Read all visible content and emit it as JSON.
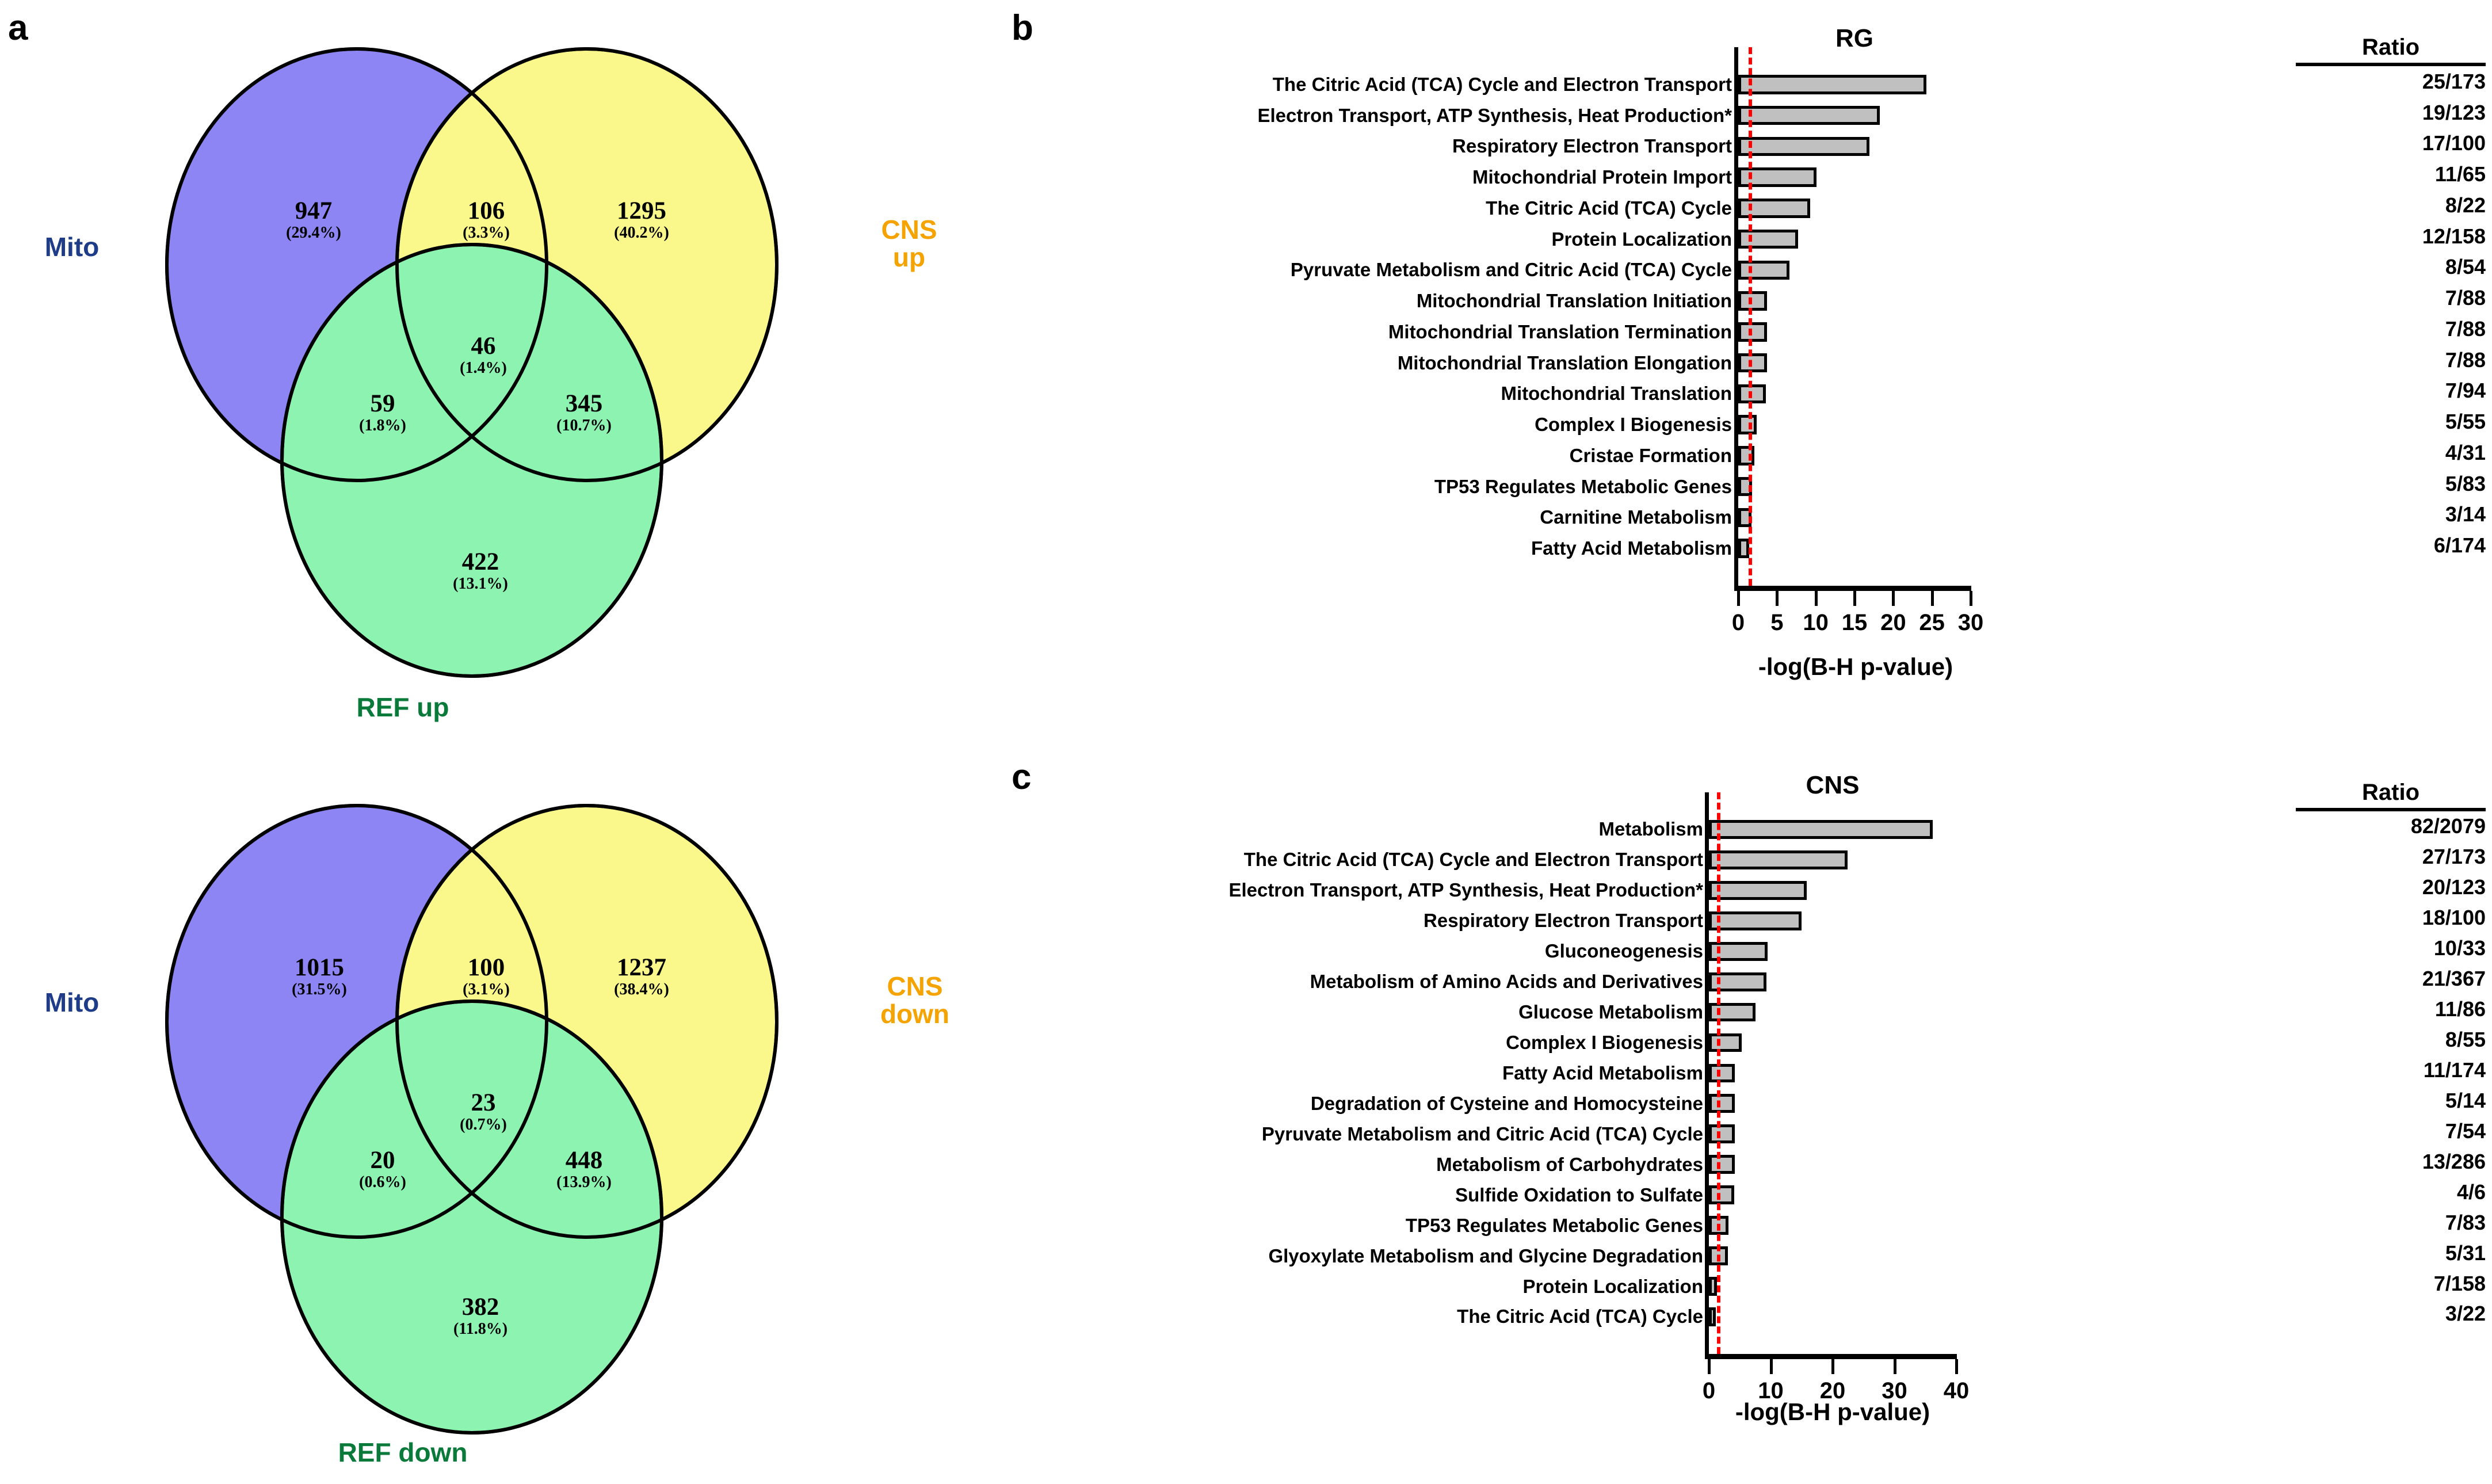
{
  "panels": {
    "a": "a",
    "b": "b",
    "c": "c"
  },
  "venn_up": {
    "labels": {
      "left": "Mito",
      "right": "CNS\nup",
      "bottom": "REF up"
    },
    "right_line1": "CNS",
    "right_line2": "up",
    "cells": [
      {
        "name": "mito-only",
        "count": "947",
        "percent": "(29.4%)"
      },
      {
        "name": "mito-cns",
        "count": "106",
        "percent": "(3.3%)"
      },
      {
        "name": "cns-only",
        "count": "1295",
        "percent": "(40.2%)"
      },
      {
        "name": "triple",
        "count": "46",
        "percent": "(1.4%)"
      },
      {
        "name": "mito-ref",
        "count": "59",
        "percent": "(1.8%)"
      },
      {
        "name": "cns-ref",
        "count": "345",
        "percent": "(10.7%)"
      },
      {
        "name": "ref-only",
        "count": "422",
        "percent": "(13.1%)"
      }
    ]
  },
  "venn_down": {
    "labels": {
      "left": "Mito",
      "bottom": "REF down"
    },
    "right_line1": "CNS",
    "right_line2": "down",
    "cells": [
      {
        "name": "mito-only",
        "count": "1015",
        "percent": "(31.5%)"
      },
      {
        "name": "mito-cns",
        "count": "100",
        "percent": "(3.1%)"
      },
      {
        "name": "cns-only",
        "count": "1237",
        "percent": "(38.4%)"
      },
      {
        "name": "triple",
        "count": "23",
        "percent": "(0.7%)"
      },
      {
        "name": "mito-ref",
        "count": "20",
        "percent": "(0.6%)"
      },
      {
        "name": "cns-ref",
        "count": "448",
        "percent": "(13.9%)"
      },
      {
        "name": "ref-only",
        "count": "382",
        "percent": "(11.8%)"
      }
    ]
  },
  "venn_colors": {
    "mito": "#6C63F0",
    "cns": "#FAF76B",
    "ref": "#6EF09A",
    "stroke": "#000000"
  },
  "chart_data": [
    {
      "id": "rg",
      "type": "bar",
      "orientation": "horizontal",
      "title": "RG",
      "xlabel": "-log(B-H p-value)",
      "ylabel": "",
      "xlim": [
        0,
        30
      ],
      "xticks": [
        0,
        5,
        10,
        15,
        20,
        25,
        30
      ],
      "xticklabels": [
        "0",
        "5",
        "10",
        "15",
        "20",
        "25",
        "30"
      ],
      "grid": false,
      "legend": "none",
      "threshold_line": {
        "value": 1.3,
        "color": "#ff0000",
        "style": "dashed"
      },
      "ratio_header": "Ratio",
      "bar_color": "#c0c0c0",
      "bar_edge": "#000000",
      "categories": [
        "The Citric Acid (TCA) Cycle and Electron Transport",
        "Electron Transport, ATP Synthesis, Heat Production*",
        "Respiratory Electron Transport",
        "Mitochondrial Protein Import",
        "The Citric Acid (TCA) Cycle",
        "Protein Localization",
        "Pyruvate Metabolism and Citric Acid (TCA) Cycle",
        "Mitochondrial Translation Initiation",
        "Mitochondrial Translation Termination",
        "Mitochondrial Translation Elongation",
        "Mitochondrial Translation",
        "Complex I Biogenesis",
        "Cristae Formation",
        "TP53 Regulates Metabolic Genes",
        "Carnitine Metabolism",
        "Fatty Acid Metabolism"
      ],
      "values": [
        24.3,
        18.3,
        16.9,
        10.1,
        9.3,
        7.7,
        6.6,
        3.7,
        3.7,
        3.7,
        3.6,
        2.4,
        2.1,
        1.75,
        1.7,
        1.4
      ],
      "ratios": [
        "25/173",
        "19/123",
        "17/100",
        "11/65",
        "8/22",
        "12/158",
        "8/54",
        "7/88",
        "7/88",
        "7/88",
        "7/94",
        "5/55",
        "4/31",
        "5/83",
        "3/14",
        "6/174"
      ]
    },
    {
      "id": "cns",
      "type": "bar",
      "orientation": "horizontal",
      "title": "CNS",
      "xlabel": "-log(B-H p-value)",
      "ylabel": "",
      "xlim": [
        0,
        40
      ],
      "xticks": [
        0,
        10,
        20,
        30,
        40
      ],
      "xticklabels": [
        "0",
        "10",
        "20",
        "30",
        "40"
      ],
      "grid": false,
      "legend": "none",
      "threshold_line": {
        "value": 1.3,
        "color": "#ff0000",
        "style": "dashed"
      },
      "ratio_header": "Ratio",
      "bar_color": "#c0c0c0",
      "bar_edge": "#000000",
      "categories": [
        "Metabolism",
        "The Citric Acid (TCA) Cycle and Electron Transport",
        "Electron Transport, ATP Synthesis, Heat Production*",
        "Respiratory Electron Transport",
        "Gluconeogenesis",
        "Metabolism of Amino Acids and Derivatives",
        "Glucose Metabolism",
        "Complex I Biogenesis",
        "Fatty Acid Metabolism",
        "Degradation of Cysteine and Homocysteine",
        "Pyruvate Metabolism and Citric Acid (TCA) Cycle",
        "Metabolism of Carbohydrates",
        "Sulfide Oxidation to Sulfate",
        "TP53 Regulates Metabolic Genes",
        "Glyoxylate Metabolism and Glycine Degradation",
        "Protein Localization",
        "The Citric Acid (TCA) Cycle"
      ],
      "values": [
        36.2,
        22.4,
        15.8,
        15.0,
        9.5,
        9.3,
        7.5,
        5.3,
        4.2,
        4.2,
        4.2,
        4.2,
        4.1,
        3.2,
        3.1,
        1.3,
        1.1
      ],
      "ratios": [
        "82/2079",
        "27/173",
        "20/123",
        "18/100",
        "10/33",
        "21/367",
        "11/86",
        "8/55",
        "11/174",
        "5/14",
        "7/54",
        "13/286",
        "4/6",
        "7/83",
        "5/31",
        "7/158",
        "3/22"
      ]
    }
  ]
}
